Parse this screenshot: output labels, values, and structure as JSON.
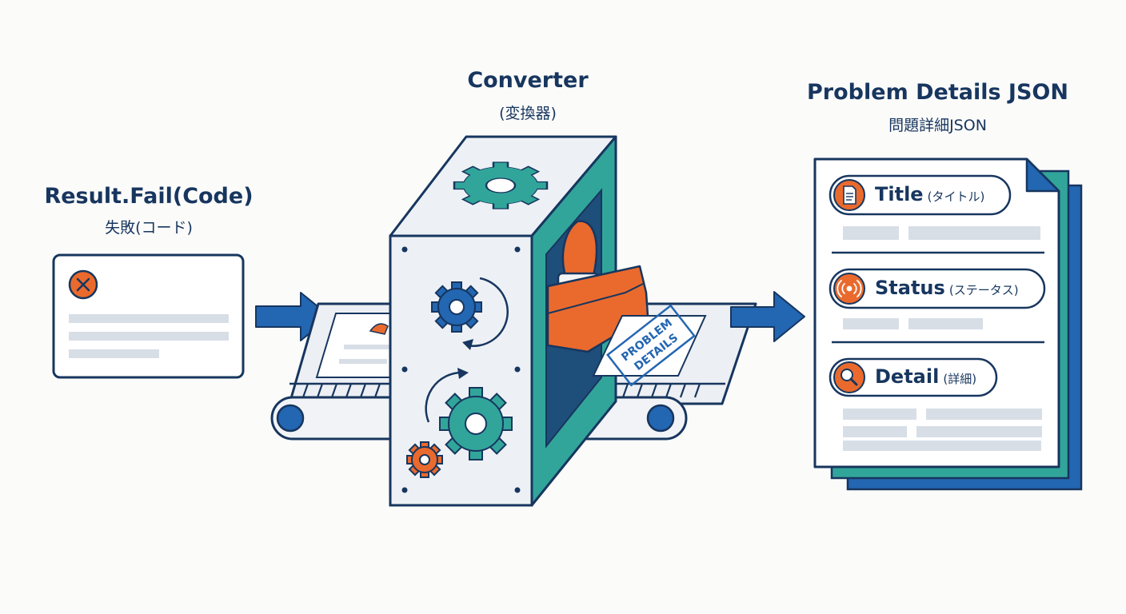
{
  "source": {
    "title": "Result.Fail(Code)",
    "subtitle": "失敗(コード)"
  },
  "converter": {
    "title": "Converter",
    "subtitle": "(変換器)",
    "stamp_text": [
      "PROBLEM",
      "DETAILS"
    ]
  },
  "output": {
    "title": "Problem Details JSON",
    "subtitle": "問題詳細JSON",
    "fields": [
      {
        "label": "Title",
        "note": "(タイトル)",
        "icon": "document-icon"
      },
      {
        "label": "Status",
        "note": "(ステータス)",
        "icon": "signal-icon"
      },
      {
        "label": "Detail",
        "note": "(詳細)",
        "icon": "magnifier-icon"
      }
    ]
  },
  "colors": {
    "navy": "#17365f",
    "blue": "#2366b2",
    "teal": "#32a59a",
    "orange": "#ea6a2d",
    "gray_line": "#d8dee6"
  }
}
